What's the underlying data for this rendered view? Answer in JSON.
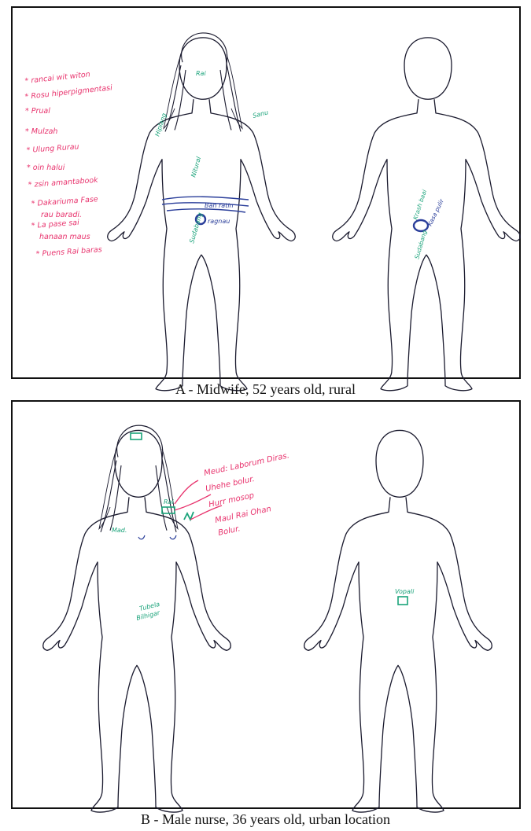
{
  "figure": {
    "panel_a": {
      "caption": "A - Midwife, 52 years old, rural",
      "notes_left": [
        "* rancai wit witon",
        "* Rosu hiperpigmentasi",
        "* Prual",
        "* Mulzah",
        "* Ulung Rurau",
        "* oin halui",
        "* zsin amantabook",
        "* Dakariuma Fase",
        "rau baradi.",
        "* La pase sai",
        "hanaan maus",
        "* Puens Rai baras"
      ],
      "female_labels": {
        "face": "Rai",
        "chest_left": "Hiplang",
        "shoulder_right": "Sanu",
        "torso": "Nitural",
        "belt": "Ban ratin",
        "groin": "ragnau",
        "thigh": "Sudabang"
      },
      "male_labels": {
        "groin_left": "Krash baai",
        "groin_right": "Kasa pulir",
        "thigh": "Sudabang"
      }
    },
    "panel_b": {
      "caption": "B - Male nurse, 36 years old, urban location",
      "notes_right": [
        "Meud: Laborum Diras.",
        "Uhehe bolur.",
        "Hurr mosop",
        "Maul Rai Ohan",
        "Bolur."
      ],
      "female_labels": {
        "chest_label": "Rai",
        "chest_left": "Mad.",
        "groin_top": "Tubela",
        "groin_bottom": "Bilhigar"
      },
      "male_labels": {
        "groin": "Vopali"
      }
    }
  },
  "colors": {
    "ink": "#1a1a2e",
    "pink": "#e8336d",
    "green": "#1aa37a",
    "blue": "#2a3e9a"
  }
}
